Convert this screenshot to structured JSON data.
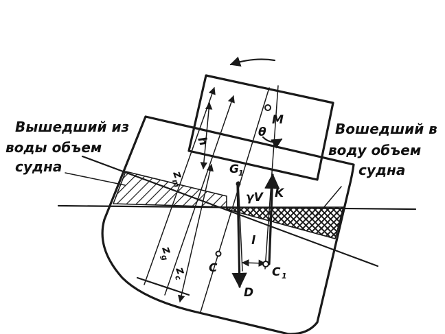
{
  "labels": {
    "out_volume": [
      "Вышедший из",
      "воды объем",
      "судна"
    ],
    "in_volume": [
      "Вошедший в",
      "воду объем",
      "судна"
    ],
    "M": "M",
    "G": "G",
    "G_sub": "1",
    "K": "K",
    "C": "C",
    "C1": "C",
    "C1_sub": "1",
    "D": "D",
    "l": "l",
    "gamma_v": "γV",
    "theta": "θ",
    "z_m": "z",
    "z_m_sub": "m",
    "z_g": "z",
    "z_g_sub": "g",
    "z_c": "z",
    "z_c_sub": "c",
    "h": "h"
  },
  "colors": {
    "ink": "#1a1a1a",
    "paper": "#ffffff"
  }
}
